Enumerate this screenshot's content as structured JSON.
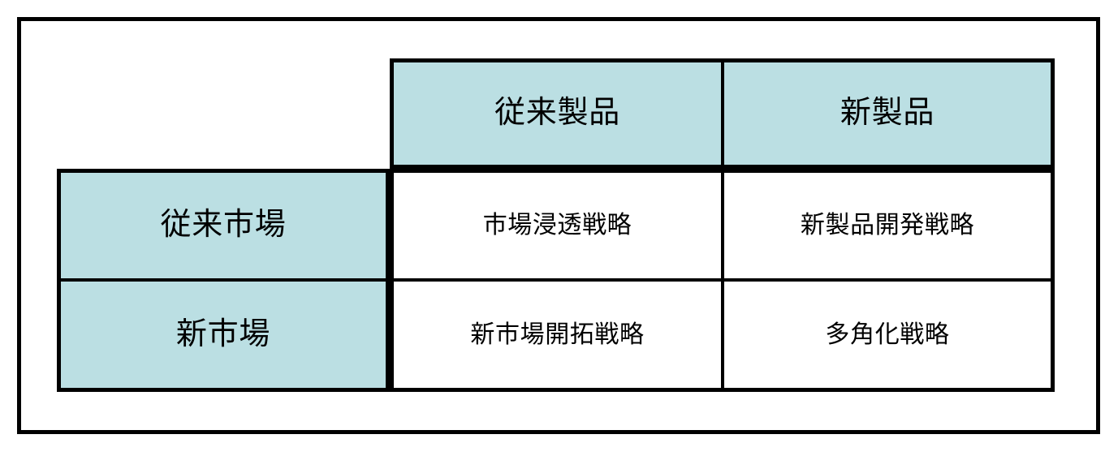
{
  "figure": {
    "kind": "ansoff-growth-matrix",
    "accent_color": "#bbdfe3",
    "line_color": "#000000",
    "background_color": "#ffffff"
  },
  "matrix": {
    "corner_label": "",
    "column_headers": [
      {
        "label": "従来製品"
      },
      {
        "label": "新製品"
      }
    ],
    "row_headers": [
      {
        "label": "従来市場"
      },
      {
        "label": "新市場"
      }
    ],
    "cells": [
      [
        {
          "label": "市場浸透戦略"
        },
        {
          "label": "新製品開発戦略"
        }
      ],
      [
        {
          "label": "新市場開拓戦略"
        },
        {
          "label": "多角化戦略"
        }
      ]
    ]
  }
}
